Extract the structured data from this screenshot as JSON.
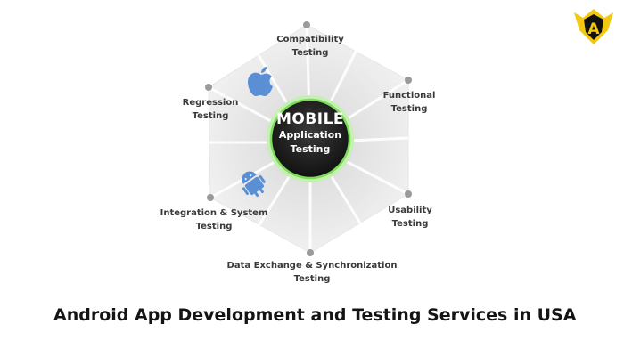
{
  "center": {
    "line1": "MOBILE",
    "line2": "Application",
    "line3": "Testing"
  },
  "nodes": [
    {
      "line1": "Compatibility",
      "line2": "Testing"
    },
    {
      "line1": "Functional",
      "line2": "Testing"
    },
    {
      "line1": "Usability",
      "line2": "Testing"
    },
    {
      "line1": "Data Exchange & Synchronization",
      "line2": "Testing"
    },
    {
      "line1": "Integration & System",
      "line2": "Testing"
    },
    {
      "line1": "Regression",
      "line2": "Testing"
    }
  ],
  "icons": {
    "apple": "apple-icon",
    "android": "android-icon"
  },
  "caption": "Android App Development and Testing Services in USA",
  "logo": {
    "letter": "A"
  },
  "colors": {
    "center_fill": "#1e1e1e",
    "center_ring": "#7ddc5a",
    "node_dot": "#9a9a9a",
    "logo_gold": "#f2c811",
    "logo_black": "#111111"
  }
}
